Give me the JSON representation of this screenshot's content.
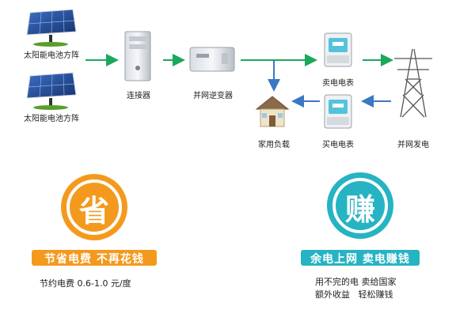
{
  "nodes": {
    "solar1": "太阳能电池方阵",
    "solar2": "太阳能电池方阵",
    "connector": "连接器",
    "inverter": "并网逆变器",
    "sell_meter": "卖电电表",
    "buy_meter": "买电电表",
    "house": "家用负载",
    "grid": "并网发电"
  },
  "save_section": {
    "glyph": "省",
    "title": "节省电费 不再花钱",
    "note": "节约电费 0.6-1.0 元/度",
    "color": "#f39a1e"
  },
  "earn_section": {
    "glyph": "赚",
    "title": "余电上网 卖电赚钱",
    "note_line1": "用不完的电 卖给国家",
    "note_line2": "额外收益   轻松赚钱",
    "color": "#26b3c3"
  },
  "colors": {
    "arrow_green": "#1aa85a",
    "arrow_blue": "#3a78c2"
  }
}
